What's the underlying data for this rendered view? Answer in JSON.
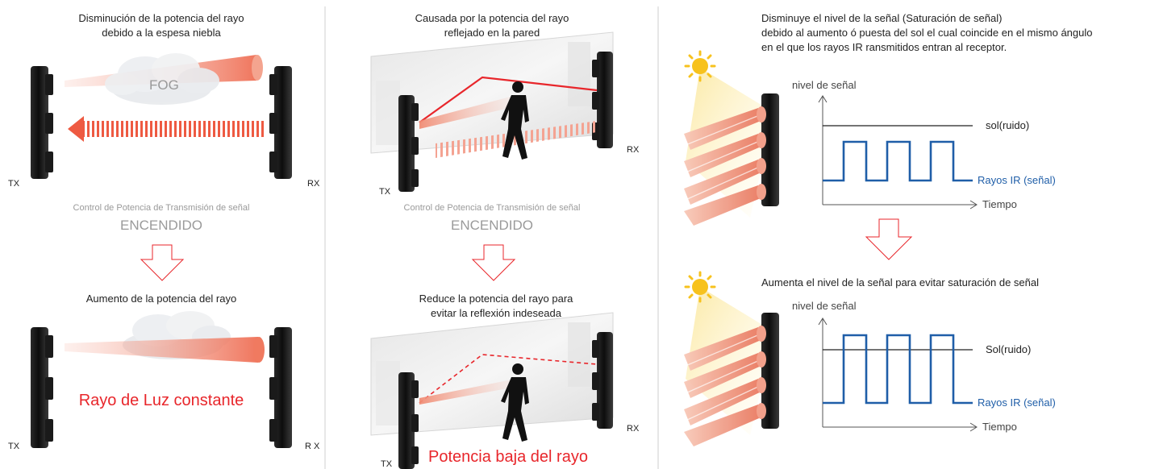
{
  "colors": {
    "accent_red": "#e8262b",
    "signal_blue": "#1f5ea8",
    "beam_orange": "#f2826b",
    "muted_gray": "#9a9a9a",
    "sun_yellow": "#f7c21d"
  },
  "panel_fog": {
    "title_line1": "Disminución de la potencia del rayo",
    "title_line2": "debido a la espesa niebla",
    "fog_label": "FOG",
    "tx_label": "TX",
    "rx_label": "RX",
    "control_label": "Control de Potencia de Transmisión de señal",
    "control_state": "ENCENDIDO",
    "result_title": "Aumento de la potencia del rayo",
    "result_text": "Rayo de Luz constante",
    "tx_label_2": "TX",
    "rx_label_2": "R X"
  },
  "panel_reflection": {
    "title_line1": "Causada por la potencia del rayo",
    "title_line2": "reflejado en la pared",
    "tx_label": "TX",
    "rx_label": "RX",
    "control_label": "Control de Potencia de Transmisión de señal",
    "control_state": "ENCENDIDO",
    "result_line1": "Reduce  la potencia del rayo para",
    "result_line2": "evitar la reflexión indeseada",
    "result_text": "Potencia baja del rayo",
    "tx_label_2": "TX",
    "rx_label_2": "RX"
  },
  "panel_sun": {
    "title_line1": "Disminuye el nivel de la señal (Saturación de señal)",
    "title_line2": "debido al aumento ó puesta del sol el cual coincide en el mismo ángulo",
    "title_line3": "en el que los rayos IR ransmitidos entran al receptor.",
    "graph1": {
      "y_label": "nivel de señal",
      "noise_label": "sol(ruido)",
      "signal_label": "Rayos IR (señal)",
      "x_label": "Tiempo"
    },
    "result_title": "Aumenta el nivel de la señal para evitar saturación de señal",
    "graph2": {
      "y_label": "nivel de señal",
      "noise_label": "Sol(ruido)",
      "signal_label": "Rayos IR (señal)",
      "x_label": "Tiempo"
    }
  },
  "icons": [
    "tx-sensor-icon",
    "rx-sensor-icon",
    "fog-cloud-icon",
    "walking-person-icon",
    "sun-icon",
    "down-arrow-icon"
  ]
}
